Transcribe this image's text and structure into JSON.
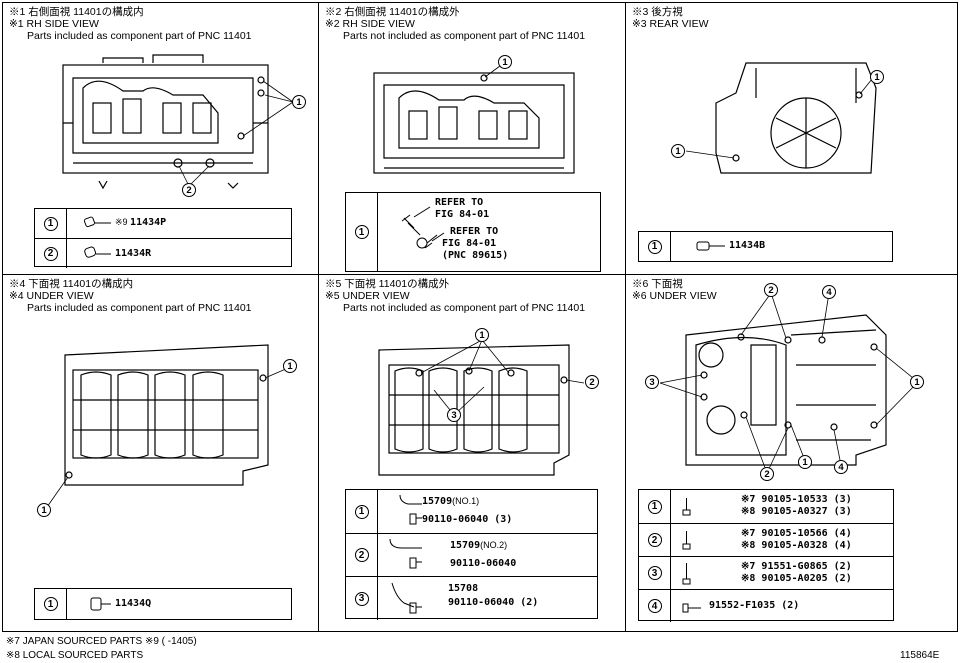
{
  "panels": [
    {
      "jp": "※1 右側面視 11401の構成内",
      "en": "※1 RH SIDE VIEW",
      "desc": "Parts included as component part of PNC 11401"
    },
    {
      "jp": "※2 右側面視 11401の構成外",
      "en": "※2 RH SIDE VIEW",
      "desc": "Parts not included as component part of PNC 11401"
    },
    {
      "jp": "※3 後方視",
      "en": "※3 REAR VIEW",
      "desc": ""
    },
    {
      "jp": "※4 下面視 11401の構成内",
      "en": "※4 UNDER VIEW",
      "desc": "Parts included as component part of PNC 11401"
    },
    {
      "jp": "※5 下面視 11401の構成外",
      "en": "※5 UNDER VIEW",
      "desc": "Parts not included as component part of PNC 11401"
    },
    {
      "jp": "※6 下面視",
      "en": "※6 UNDER VIEW",
      "desc": ""
    }
  ],
  "callouts": {
    "one": "1",
    "two": "2",
    "three": "3",
    "four": "4"
  },
  "p1_rows": [
    {
      "no": "1",
      "prefix": "※9 ",
      "part": "11434P"
    },
    {
      "no": "2",
      "prefix": "",
      "part": "11434R"
    }
  ],
  "p2_row": {
    "no": "1",
    "ref1a": "REFER TO",
    "ref1b": "FIG 84-01",
    "ref2a": "REFER TO",
    "ref2b": "FIG 84-01",
    "ref2c": "(PNC 89615)"
  },
  "p3_row": {
    "no": "1",
    "part": "11434B"
  },
  "p4_row": {
    "no": "1",
    "part": "11434Q"
  },
  "p5_rows": [
    {
      "no": "1",
      "part": "15709",
      "note": "(NO.1)",
      "sub": "90110-06040 (3)"
    },
    {
      "no": "2",
      "part": "15709",
      "note": "(NO.2)",
      "sub": "90110-06040"
    },
    {
      "no": "3",
      "part": "15708",
      "note": "",
      "sub": "90110-06040 (2)"
    }
  ],
  "p6_rows": [
    {
      "no": "1",
      "l1": "※7 90105-10533 (3)",
      "l2": "※8 90105-A0327 (3)"
    },
    {
      "no": "2",
      "l1": "※7 90105-10566 (4)",
      "l2": "※8 90105-A0328 (4)"
    },
    {
      "no": "3",
      "l1": "※7 91551-G0865 (2)",
      "l2": "※8 90105-A0205 (2)"
    },
    {
      "no": "4",
      "l1": "91552-F1035 (2)",
      "l2": ""
    }
  ],
  "footer": {
    "line1": "※7 JAPAN SOURCED PARTS  ※9 (     -1405)",
    "line2": "※8 LOCAL SOURCED PARTS",
    "code": "115864E"
  }
}
